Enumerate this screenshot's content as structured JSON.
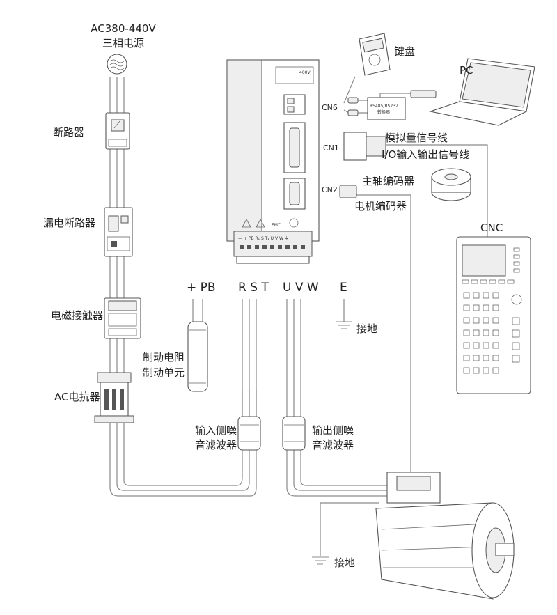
{
  "power": {
    "spec": "AC380-440V",
    "name": "三相电源"
  },
  "components": {
    "breaker": "断路器",
    "leakage_breaker": "漏电断路器",
    "contactor": "电磁接触器",
    "reactor": "AC电抗器",
    "brake": {
      "line1": "制动电阻",
      "line2": "制动单元"
    },
    "input_filter": {
      "line1": "输入侧噪",
      "line2": "音滤波器"
    },
    "output_filter": {
      "line1": "输出侧噪",
      "line2": "音滤波器"
    }
  },
  "terminals": {
    "plus_pb": "+ PB",
    "rst": "R S T",
    "uvw": "U V W",
    "e": "E",
    "ground_label": "接地"
  },
  "drive": {
    "voltage_badge": "400V",
    "emc": "EMC",
    "bottom_terminals": "— + PB R₁ S T₁ U V W ⏚"
  },
  "ports": {
    "cn6": "CN6",
    "cn1": "CN1",
    "cn2": "CN2"
  },
  "peripherals": {
    "keypad": "键盘",
    "pc": "PC",
    "converter_line1": "RS485/RS232",
    "converter_line2": "转换器",
    "analog_signal": "模拟量信号线",
    "io_signal": "I/O输入输出信号线",
    "spindle_encoder": "主轴编码器",
    "motor_encoder": "电机编码器",
    "cnc": "CNC"
  },
  "colors": {
    "line": "#555555",
    "wire": "#8a8a8a",
    "fill": "#eeeeee"
  }
}
